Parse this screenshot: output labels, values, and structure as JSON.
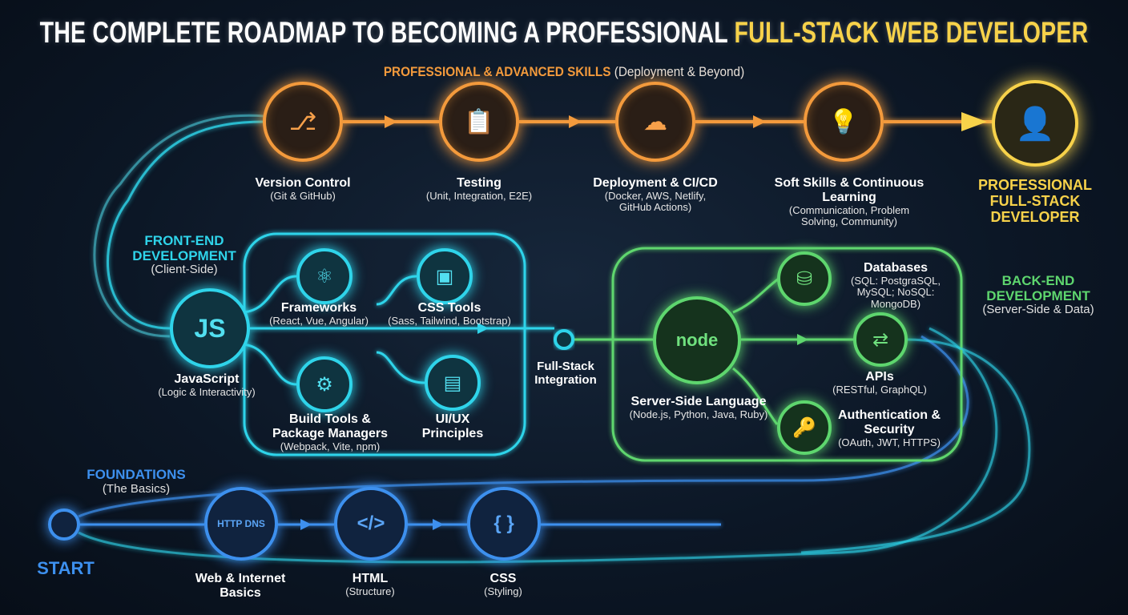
{
  "title": {
    "main": "THE COMPLETE ROADMAP TO BECOMING A PROFESSIONAL ",
    "highlight": "FULL-STACK WEB DEVELOPER"
  },
  "professional": {
    "heading": "PROFESSIONAL & ADVANCED SKILLS",
    "subheading": "(Deployment & Beyond)",
    "steps": [
      {
        "title": "Version Control",
        "detail": "(Git & GitHub)",
        "icon": "git-github-icon"
      },
      {
        "title": "Testing",
        "detail": "(Unit, Integration, E2E)",
        "icon": "clipboard-bug-icon"
      },
      {
        "title": "Deployment & CI/CD",
        "detail": "(Docker, AWS, Netlify, GitHub Actions)",
        "icon": "docker-cloud-rocket-icon"
      },
      {
        "title": "Soft Skills & Continuous Learning",
        "detail": "(Communication, Problem Solving, Community)",
        "icon": "team-chat-bulb-icon"
      }
    ],
    "goal": "PROFESSIONAL FULL-STACK DEVELOPER"
  },
  "frontend": {
    "heading": "FRONT-END DEVELOPMENT",
    "subheading": "(Client-Side)",
    "core": {
      "title": "JavaScript",
      "detail": "(Logic & Interactivity)",
      "glyph": "JS"
    },
    "items": [
      {
        "title": "Frameworks",
        "detail": "(React, Vue, Angular)"
      },
      {
        "title": "CSS Tools",
        "detail": "(Sass, Tailwind, Bootstrap)"
      },
      {
        "title": "Build Tools & Package Managers",
        "detail": "(Webpack, Vite, npm)"
      },
      {
        "title": "UI/UX Principles",
        "detail": ""
      }
    ]
  },
  "integration": {
    "title": "Full-Stack Integration"
  },
  "backend": {
    "heading": "BACK-END DEVELOPMENT",
    "subheading": "(Server-Side & Data)",
    "core": {
      "title": "Server-Side Language",
      "detail": "(Node.js, Python, Java, Ruby)",
      "glyph": "node"
    },
    "items": [
      {
        "title": "Databases",
        "detail": "(SQL: PostgraSQL, MySQL; NoSQL: MongoDB)"
      },
      {
        "title": "APIs",
        "detail": "(RESTful, GraphQL)"
      },
      {
        "title": "Authentication & Security",
        "detail": "(OAuth, JWT, HTTPS)"
      }
    ]
  },
  "foundations": {
    "heading": "FOUNDATIONS",
    "subheading": "(The Basics)",
    "start": "START",
    "steps": [
      {
        "title": "Web & Internet Basics",
        "detail": "",
        "glyph": "HTTP DNS"
      },
      {
        "title": "HTML",
        "detail": "(Structure)",
        "glyph": "</>"
      },
      {
        "title": "CSS",
        "detail": "(Styling)",
        "glyph": "{ }"
      }
    ]
  },
  "colors": {
    "orange": "#f39a3c",
    "yellow": "#f7d24a",
    "cyan": "#2fd4ea",
    "green": "#5ed66e",
    "blue": "#3d90ee"
  }
}
